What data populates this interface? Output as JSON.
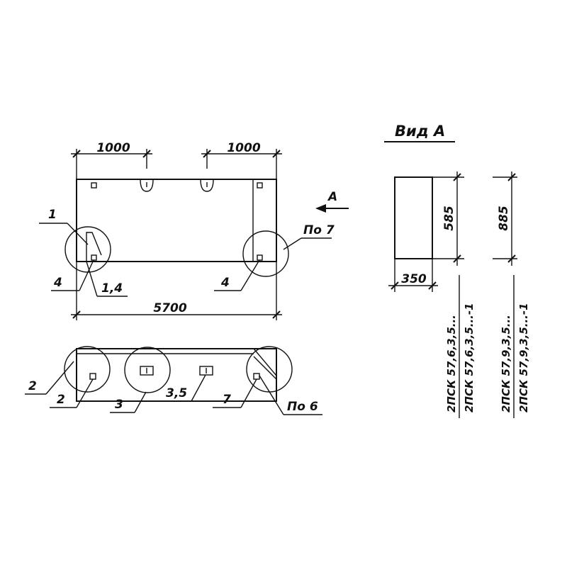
{
  "drawing": {
    "dimensions": {
      "top_left": "1000",
      "top_right": "1000",
      "overall_length": "5700",
      "view_width": "350",
      "view_height_a": "585",
      "view_height_b": "885"
    },
    "callouts": {
      "plan_left_1": "1",
      "plan_bottom_4_left": "4",
      "plan_bottom_1_4": "1,4",
      "plan_bottom_4_right": "4",
      "plan_po7": "По 7",
      "plan_arrow_a": "A",
      "elev_left_2": "2",
      "elev_bottom_2": "2",
      "elev_bottom_3": "3",
      "elev_bottom_3_5": "3,5",
      "elev_bottom_7": "7",
      "elev_po6": "По 6"
    },
    "view_a": {
      "title": "Вид А",
      "marks_a_top": "2ПСК 57,6,3,5...",
      "marks_a_bottom": "2ПСК 57,6,3,5...-1",
      "marks_b_top": "2ПСК 57,9,3,5...",
      "marks_b_bottom": "2ПСК 57,9,3,5...-1"
    }
  }
}
